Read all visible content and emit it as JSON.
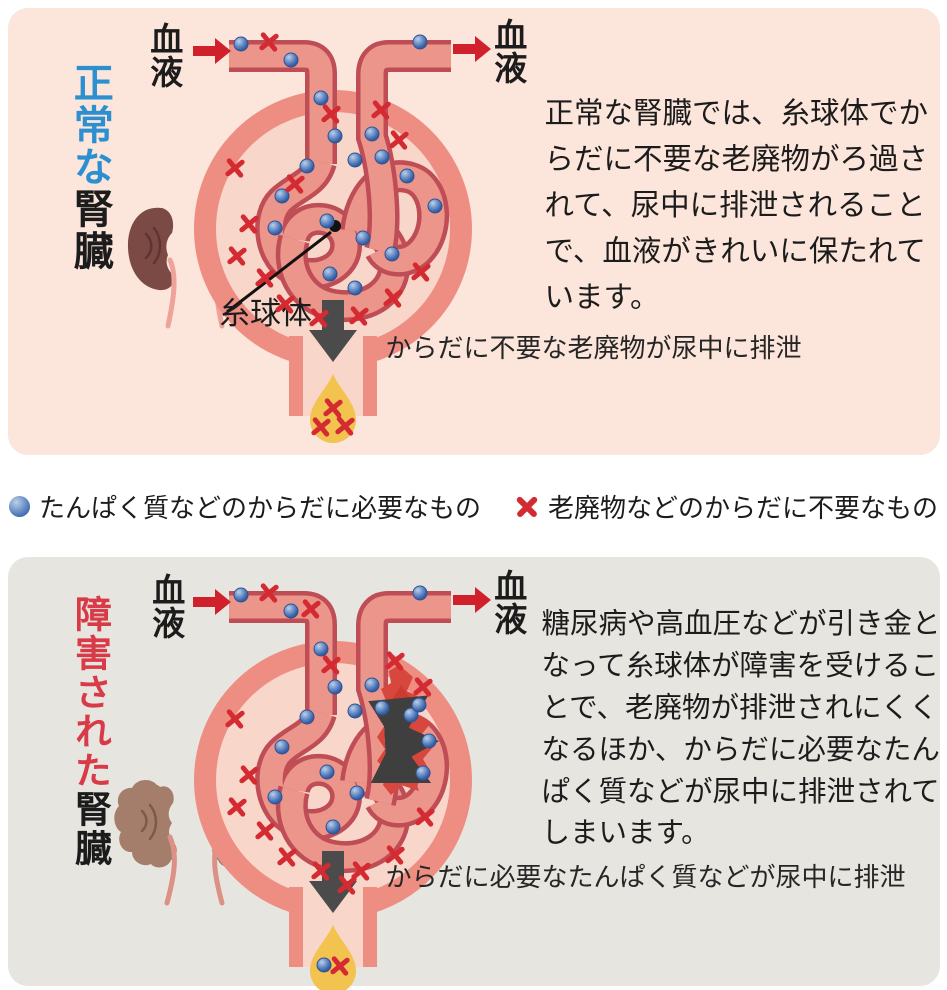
{
  "legend": {
    "protein": {
      "label": "たんぱく質などのからだに必要なもの",
      "marker": "blue-sphere-icon",
      "color": "#3a63ab"
    },
    "waste": {
      "label": "老廃物などのからだに不要なもの",
      "marker": "red-cross-icon",
      "color": "#d42b33"
    }
  },
  "panels": [
    {
      "id": "normal",
      "side_label": {
        "highlight": "正常な",
        "rest": "腎臓"
      },
      "blood_left": "血液",
      "blood_right": "血液",
      "glomerulus_label": "糸球体",
      "description": "正常な腎臓では、糸球体でからだに不要な老廃物がろ過されて、尿中に排泄されることで、血液がきれいに保たれています。",
      "caption": "からだに不要な老廃物が尿中に排泄"
    },
    {
      "id": "damaged",
      "side_label": {
        "highlight": "障害された",
        "rest": "腎臓"
      },
      "blood_left": "血液",
      "blood_right": "血液",
      "description": "糖尿病や高血圧などが引き金となって糸球体が障害を受けることで、老廃物が排泄されにくくなるほか、からだに必要なたんぱく質などが尿中に排泄されてしまいます。",
      "caption": "からだに必要なたんぱく質などが尿中に排泄"
    }
  ],
  "markers": {
    "normal": {
      "dots": [
        [
          56,
          30
        ],
        [
          106,
          46
        ],
        [
          136,
          84
        ],
        [
          150,
          122
        ],
        [
          187,
          120
        ],
        [
          235,
          28
        ],
        [
          170,
          146
        ],
        [
          197,
          143
        ],
        [
          222,
          162
        ],
        [
          250,
          192
        ],
        [
          122,
          152
        ],
        [
          97,
          182
        ],
        [
          90,
          214
        ],
        [
          142,
          207
        ],
        [
          178,
          224
        ],
        [
          207,
          240
        ],
        [
          145,
          260
        ],
        [
          170,
          274
        ]
      ],
      "crosses": [
        [
          84,
          28
        ],
        [
          146,
          100
        ],
        [
          196,
          96
        ],
        [
          214,
          126
        ],
        [
          50,
          154
        ],
        [
          110,
          170
        ],
        [
          64,
          210
        ],
        [
          52,
          242
        ],
        [
          80,
          264
        ],
        [
          100,
          290
        ],
        [
          134,
          304
        ],
        [
          174,
          302
        ],
        [
          208,
          284
        ],
        [
          236,
          258
        ],
        [
          148,
          394
        ],
        [
          136,
          413
        ],
        [
          160,
          412
        ]
      ]
    },
    "damaged": {
      "dots": [
        [
          56,
          30
        ],
        [
          106,
          46
        ],
        [
          136,
          84
        ],
        [
          150,
          122
        ],
        [
          187,
          120
        ],
        [
          235,
          28
        ],
        [
          170,
          146
        ],
        [
          197,
          143
        ],
        [
          122,
          152
        ],
        [
          97,
          182
        ],
        [
          90,
          232
        ],
        [
          142,
          207
        ],
        [
          172,
          228
        ],
        [
          148,
          262
        ],
        [
          226,
          150
        ],
        [
          234,
          140
        ],
        [
          244,
          176
        ],
        [
          238,
          208
        ],
        [
          139,
          400
        ]
      ],
      "crosses": [
        [
          84,
          28
        ],
        [
          126,
          44
        ],
        [
          146,
          100
        ],
        [
          210,
          96
        ],
        [
          238,
          122
        ],
        [
          50,
          154
        ],
        [
          64,
          210
        ],
        [
          52,
          242
        ],
        [
          80,
          266
        ],
        [
          102,
          292
        ],
        [
          136,
          306
        ],
        [
          176,
          306
        ],
        [
          210,
          290
        ],
        [
          162,
          320
        ],
        [
          240,
          252
        ],
        [
          155,
          401
        ]
      ]
    }
  },
  "colors": {
    "panel-normal-bg": "#fce5da",
    "panel-damaged-bg": "#e7e5df",
    "tube-fill": "#ec958b",
    "tube-outline": "#bf4d56",
    "capsule-ring": "#ee8e83",
    "capsule-inner": "#f8d6c9",
    "cross": "#d42b33",
    "dot-edge": "#2f5392",
    "urine-arrow": "#4b4b4b",
    "drop": "#f3c34f",
    "blood-arrow": "#d0202c",
    "damage-patch": "#d7473e",
    "leak-arrow": "#3f3f3f",
    "heading-normal": "#2b8fd0",
    "heading-damaged": "#d93a47",
    "text": "#1c1c1c"
  }
}
